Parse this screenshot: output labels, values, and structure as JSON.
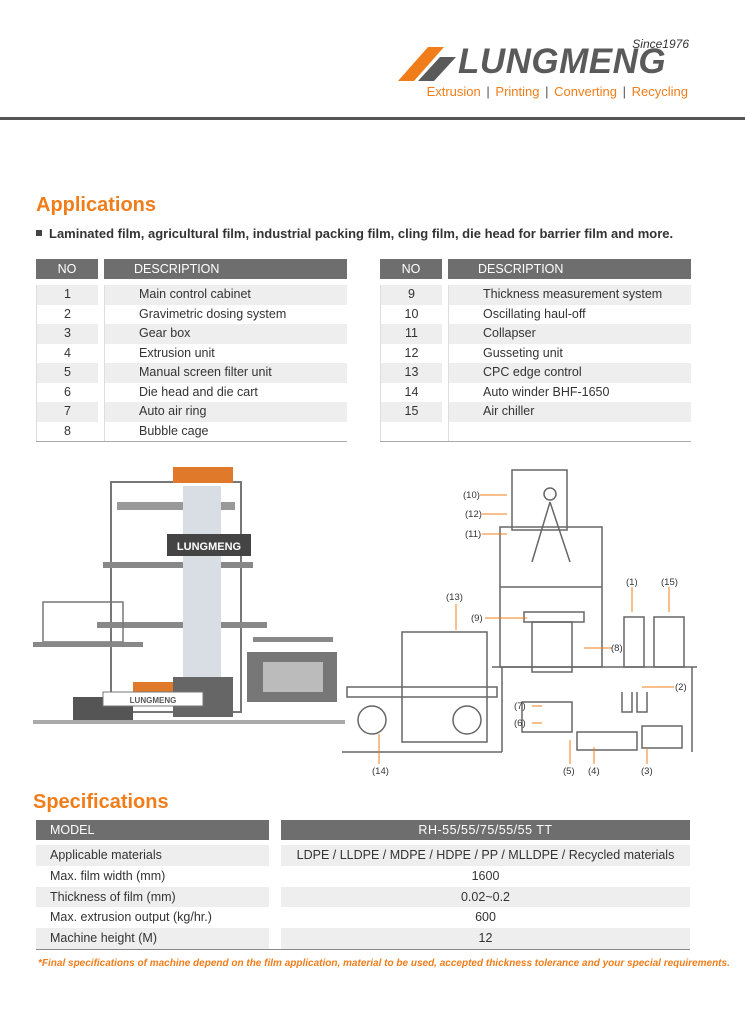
{
  "header": {
    "since": "Since1976",
    "brand": "LUNGMENG",
    "tagline": [
      "Extrusion",
      "Printing",
      "Converting",
      "Recycling"
    ],
    "separator": "|"
  },
  "applications": {
    "title": "Applications",
    "description": "Laminated film, agricultural film, industrial packing film, cling film, die head for barrier film and more.",
    "col_no": "NO",
    "col_desc": "DESCRIPTION",
    "left_rows": [
      {
        "no": "1",
        "desc": "Main control cabinet"
      },
      {
        "no": "2",
        "desc": "Gravimetric dosing system"
      },
      {
        "no": "3",
        "desc": "Gear box"
      },
      {
        "no": "4",
        "desc": "Extrusion unit"
      },
      {
        "no": "5",
        "desc": "Manual screen filter unit"
      },
      {
        "no": "6",
        "desc": "Die head and die cart"
      },
      {
        "no": "7",
        "desc": "Auto air ring"
      },
      {
        "no": "8",
        "desc": "Bubble cage"
      }
    ],
    "right_rows": [
      {
        "no": "9",
        "desc": "Thickness measurement system"
      },
      {
        "no": "10",
        "desc": "Oscillating haul-off"
      },
      {
        "no": "11",
        "desc": "Collapser"
      },
      {
        "no": "12",
        "desc": "Gusseting unit"
      },
      {
        "no": "13",
        "desc": "CPC edge control"
      },
      {
        "no": "14",
        "desc": "Auto winder BHF-1650"
      },
      {
        "no": "15",
        "desc": "Air chiller"
      },
      {
        "no": "",
        "desc": ""
      }
    ]
  },
  "illustration": {
    "photo_brand": "LUNGMENG",
    "callouts": [
      "(10)",
      "(12)",
      "(11)",
      "(13)",
      "(9)",
      "(1)",
      "(15)",
      "(8)",
      "(2)",
      "(7)",
      "(6)",
      "(14)",
      "(5)",
      "(4)",
      "(3)"
    ]
  },
  "specifications": {
    "title": "Specifications",
    "col_model": "MODEL",
    "model": "RH-55/55/75/55/55 TT",
    "rows": [
      {
        "label": "Applicable materials",
        "value": "LDPE / LLDPE / MDPE / HDPE / PP / MLLDPE / Recycled materials"
      },
      {
        "label": "Max. film width (mm)",
        "value": "1600"
      },
      {
        "label": "Thickness of film (mm)",
        "value": "0.02~0.2"
      },
      {
        "label": "Max. extrusion output (kg/hr.)",
        "value": "600"
      },
      {
        "label": "Machine height (M)",
        "value": "12"
      }
    ],
    "footnote": "*Final specifications of machine depend on the film application, material to be used, accepted thickness tolerance and your special requirements."
  },
  "colors": {
    "accent": "#f07d1a",
    "header_bg": "#6e6e6e",
    "stripe": "#eeeeee"
  }
}
